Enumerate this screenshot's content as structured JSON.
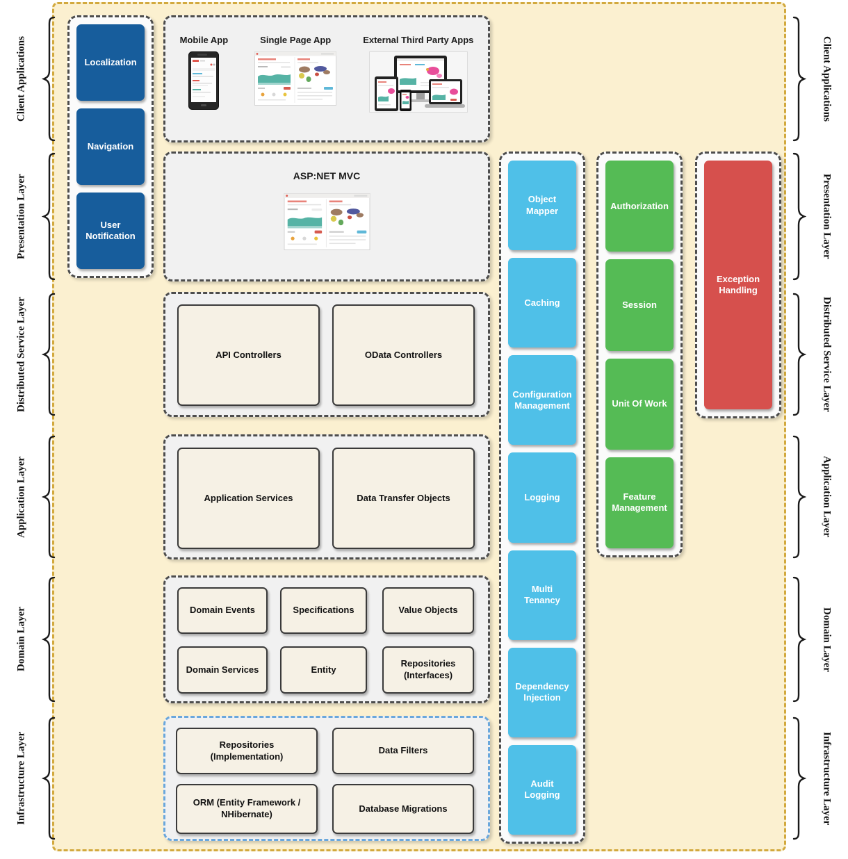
{
  "layer_labels": [
    "Client Applications",
    "Presentation Layer",
    "Distributed Service Layer",
    "Application Layer",
    "Domain Layer",
    "Infrastructure Layer"
  ],
  "client_apps": {
    "captions": [
      "Mobile App",
      "Single Page App",
      "External Third Party Apps"
    ]
  },
  "presentation": {
    "title": "ASP:NET MVC"
  },
  "blue_boxes": [
    "Localization",
    "Navigation",
    "User Notification"
  ],
  "cyan_boxes": [
    "Object Mapper",
    "Caching",
    "Configuration Management",
    "Logging",
    "Multi Tenancy",
    "Dependency Injection",
    "Audit Logging"
  ],
  "green_boxes": [
    "Authorization",
    "Session",
    "Unit Of Work",
    "Feature Management"
  ],
  "red_boxes": [
    "Exception Handling"
  ],
  "distributed_boxes": [
    "API Controllers",
    "OData Controllers"
  ],
  "application_boxes": [
    "Application Services",
    "Data Transfer Objects"
  ],
  "domain_boxes": [
    "Domain Events",
    "Specifications",
    "Value Objects",
    "Domain Services",
    "Entity",
    "Repositories (Interfaces)"
  ],
  "infrastructure_boxes": [
    "Repositories (Implementation)",
    "Data Filters",
    "ORM (Entity Framework / NHibernate)",
    "Database Migrations"
  ],
  "icons": {
    "mobile_app": "smartphone-mockup-image",
    "single_page_app": "browser-dashboard-mockup-image",
    "external_third_party_apps": "multi-device-mockup-image",
    "aspnet_mvc": "browser-dashboard-mockup-image"
  },
  "colors": {
    "canvas_bg": "#fbf0d0",
    "canvas_border": "#d2a93e",
    "panel_bg": "#f1f1f1",
    "panel_border": "#4d4d4d",
    "blue": "#175d9c",
    "cyan": "#4fc0e8",
    "green": "#55bb55",
    "red": "#d6504d",
    "beige": "#f6f1e5",
    "infra_border": "#6aa7dc"
  }
}
